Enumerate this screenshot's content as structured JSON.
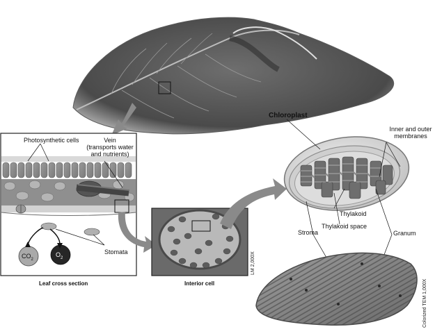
{
  "labels": {
    "photosynthetic_cells": "Photosynthetic cells",
    "vein_line1": "Vein",
    "vein_line2": "(transports water",
    "vein_line3": "and nutrients)",
    "co2": "CO",
    "co2_sub": "2",
    "o2": "O",
    "o2_sub": "2",
    "stomata": "Stomata",
    "leaf_cross_section": "Leaf cross section",
    "interior_cell": "Interior cell",
    "lm_scale": "LM 2,000X",
    "chloroplast": "Chloroplast",
    "inner_outer_line1": "Inner and outer",
    "inner_outer_line2": "membranes",
    "thylakoid": "Thylakoid",
    "thylakoid_space": "Thylakoid space",
    "stroma": "Stroma",
    "granum": "Granum",
    "tem_scale": "Colorized TEM 1,000X"
  },
  "colors": {
    "arrow_gray": "#8a8a8a",
    "leaf_dark": "#3e3e3e",
    "leaf_mid": "#6a6a6a",
    "cell_green_gray": "#7d7d7d",
    "co2_fill": "#a9a9a9",
    "o2_fill": "#262626"
  }
}
